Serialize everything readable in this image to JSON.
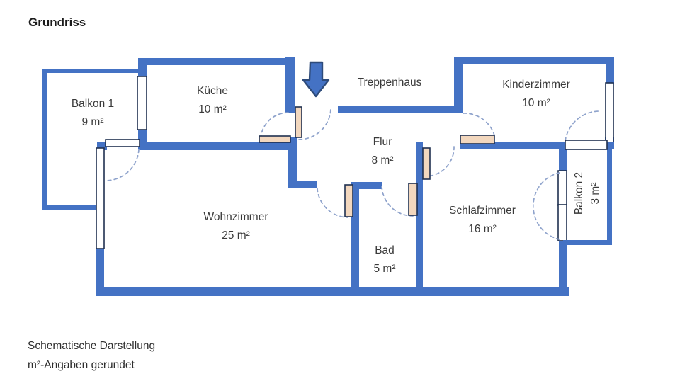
{
  "title": "Grundriss",
  "rooms": [
    {
      "id": "balkon1",
      "name": "Balkon 1",
      "area": "9 m²"
    },
    {
      "id": "kueche",
      "name": "Küche",
      "area": "10 m²"
    },
    {
      "id": "treppenhaus",
      "name": "Treppenhaus",
      "area": ""
    },
    {
      "id": "kinderzimmer",
      "name": "Kinderzimmer",
      "area": "10 m²"
    },
    {
      "id": "flur",
      "name": "Flur",
      "area": "8 m²"
    },
    {
      "id": "wohnzimmer",
      "name": "Wohnzimmer",
      "area": "25 m²"
    },
    {
      "id": "schlafzimmer",
      "name": "Schlafzimmer",
      "area": "16 m²"
    },
    {
      "id": "bad",
      "name": "Bad",
      "area": "5 m²"
    },
    {
      "id": "balkon2",
      "name": "Balkon 2",
      "area": "3 m²"
    }
  ],
  "footer": {
    "line1": "Schematische Darstellung",
    "line2": "m²-Angaben gerundet"
  },
  "colors": {
    "wall": "#4472C4",
    "arrow": "#4472C4",
    "arrow_outline": "#2E4B7A",
    "door_leaf": "#F2D7BE",
    "leaf_border": "#1F3050",
    "swing_arc": "#8FA3CC",
    "text": "#3a3a3a"
  }
}
